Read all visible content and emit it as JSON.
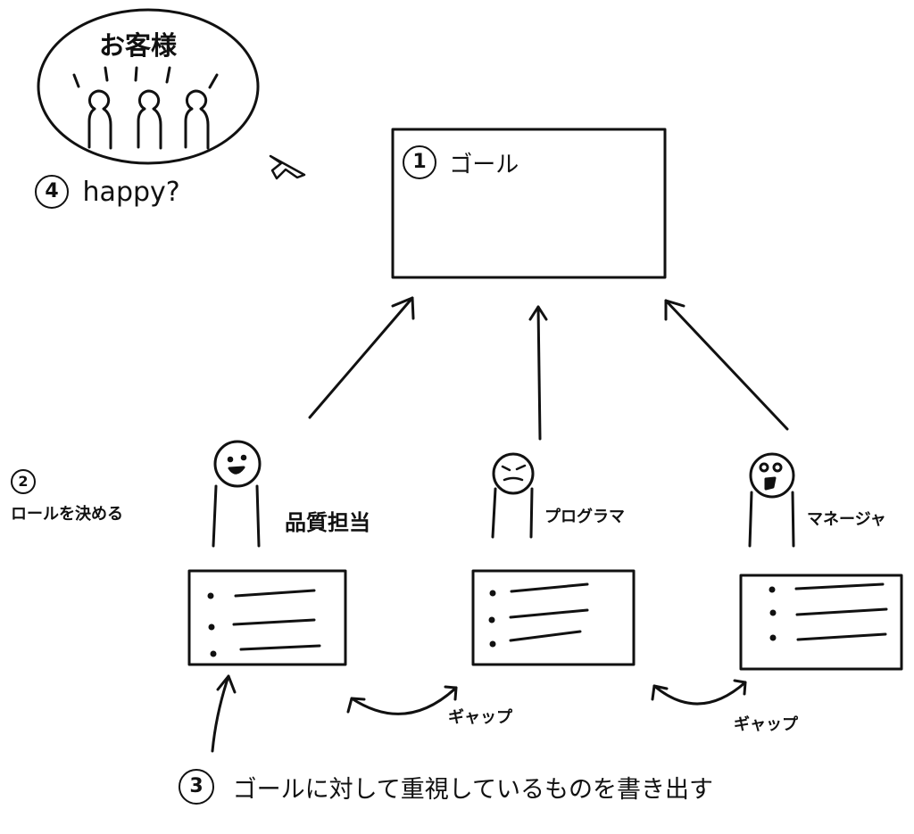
{
  "customers_bubble": {
    "title": "お客様"
  },
  "steps": {
    "goal": {
      "number": "1",
      "label": "ゴール"
    },
    "roles": {
      "number": "2",
      "label": "ロールを決める"
    },
    "write": {
      "number": "3",
      "label": "ゴールに対して重視しているものを書き出す"
    },
    "happy": {
      "number": "4",
      "label": "happy?"
    }
  },
  "roles": [
    {
      "name": "品質担当",
      "face": "smiling"
    },
    {
      "name": "プログラマ",
      "face": "angry"
    },
    {
      "name": "マネージャ",
      "face": "shocked"
    }
  ],
  "gaps": [
    {
      "label": "ギャップ"
    },
    {
      "label": "ギャップ"
    }
  ]
}
